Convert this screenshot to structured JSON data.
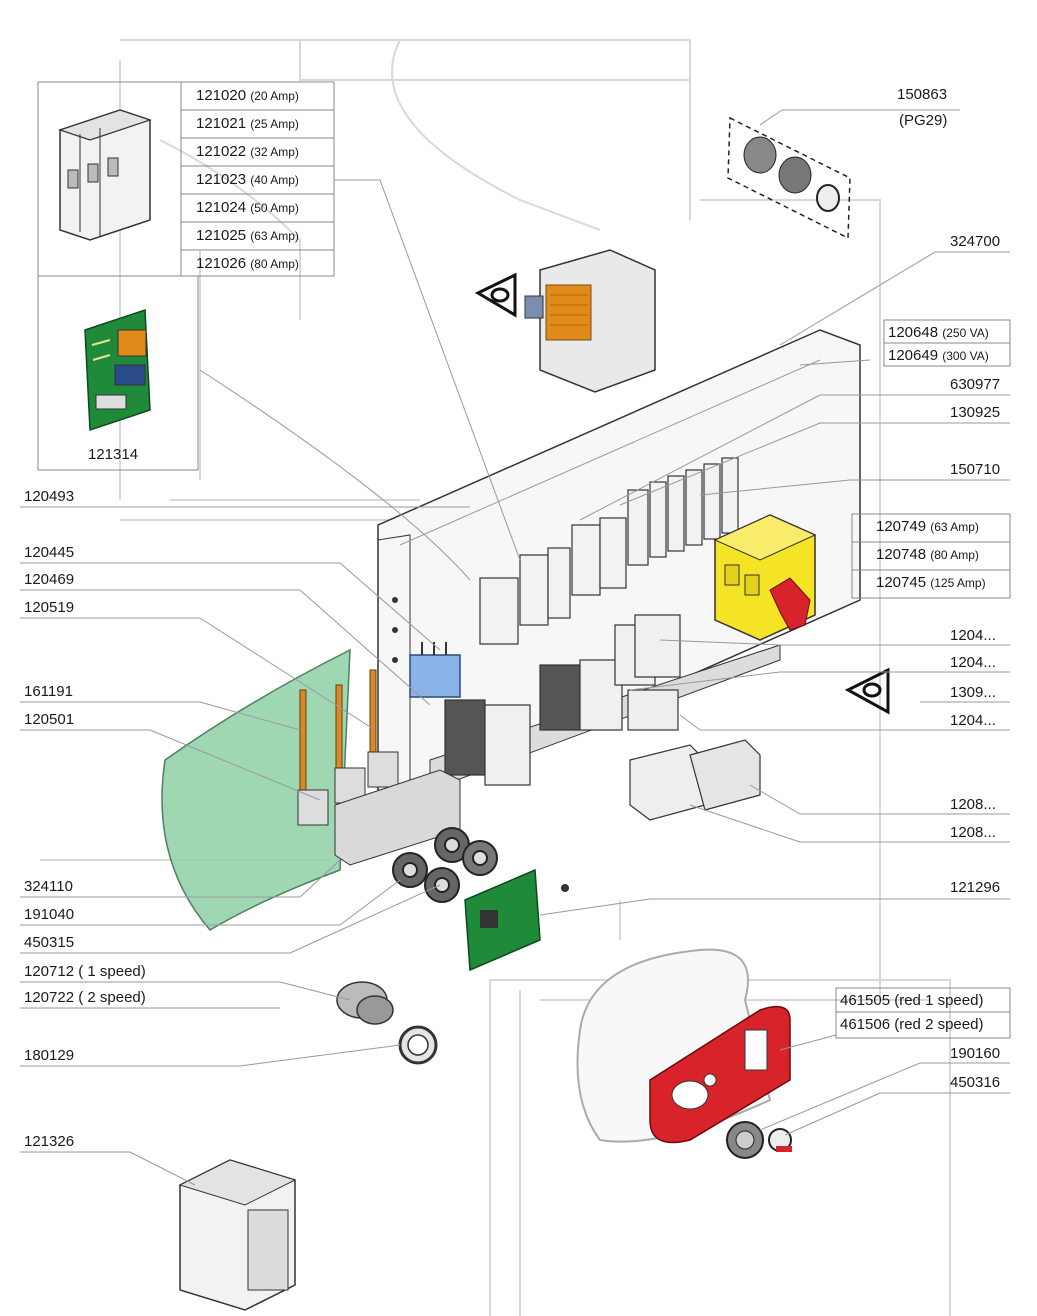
{
  "breaker_table": [
    {
      "code": "121020",
      "rating": "(20 Amp)"
    },
    {
      "code": "121021",
      "rating": "(25 Amp)"
    },
    {
      "code": "121022",
      "rating": "(32 Amp)"
    },
    {
      "code": "121023",
      "rating": "(40 Amp)"
    },
    {
      "code": "121024",
      "rating": "(50 Amp)"
    },
    {
      "code": "121025",
      "rating": "(63 Amp)"
    },
    {
      "code": "121026",
      "rating": "(80 Amp)"
    }
  ],
  "board_inset_code": "121314",
  "gland": {
    "code": "150863",
    "note": "(PG29)"
  },
  "transformer": {
    "code": "324700"
  },
  "transformer_variants": [
    {
      "code": "120648",
      "rating": "(250 VA)"
    },
    {
      "code": "120649",
      "rating": "(300 VA)"
    }
  ],
  "right_labels": [
    "630977",
    "130925",
    "150710"
  ],
  "switch_table": [
    {
      "code": "120749",
      "rating": "(63 Amp)"
    },
    {
      "code": "120748",
      "rating": "(80 Amp)"
    },
    {
      "code": "120745",
      "rating": "(125 Amp)"
    }
  ],
  "right_truncated": [
    "1204...",
    "1204...",
    "1309...",
    "1204...",
    "1208...",
    "1208..."
  ],
  "right_lower": {
    "board": "121296",
    "panel_a": "461505 (red 1 speed)",
    "panel_b": "461506 (red 2 speed)",
    "knob_ring": "190160",
    "knob": "450316"
  },
  "left_labels": {
    "l120493": "120493",
    "l120445": "120445",
    "l120469": "120469",
    "l120519": "120519",
    "l161191": "161191",
    "l120501": "120501",
    "l324110": "324110",
    "l191040": "191040",
    "l450315": "450315",
    "l120712": "120712 ( 1 speed)",
    "l120722": "120722 ( 2 speed)",
    "l180129": "180129",
    "l121326": "121326"
  },
  "colors": {
    "accent_green": "#8fd1a6",
    "panel_red": "#d8232a",
    "switch_yellow": "#f5e326",
    "coil_orange": "#e08a1a",
    "relay_blue": "#8ab4e8",
    "pcb_green": "#1f8a3a",
    "sensor_orange": "#d88a2a"
  }
}
